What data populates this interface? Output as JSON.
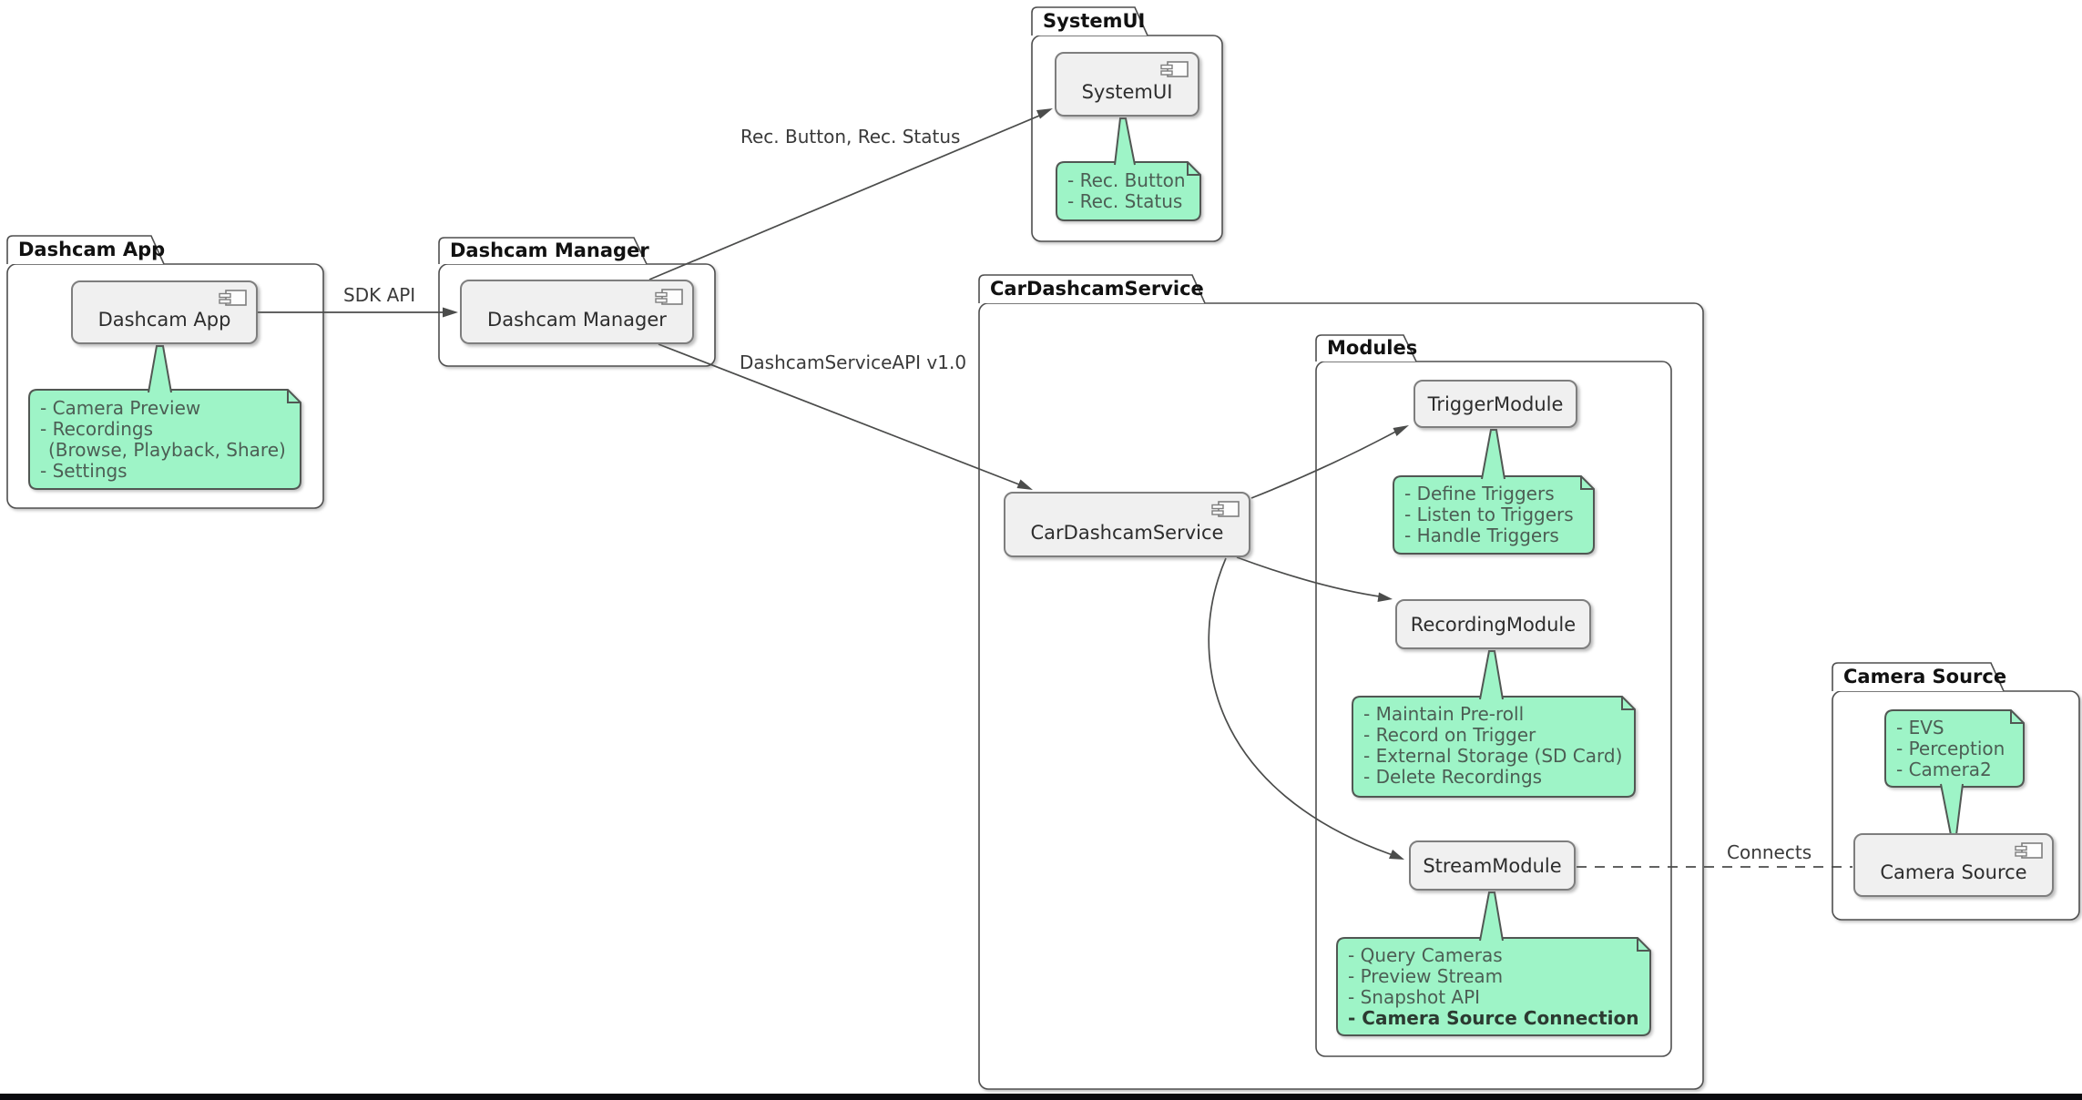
{
  "diagram": {
    "packages": {
      "dashcam_app": {
        "title": "Dashcam App"
      },
      "dashcam_manager": {
        "title": "Dashcam Manager"
      },
      "system_ui": {
        "title": "SystemUI"
      },
      "car_dashcam_service": {
        "title": "CarDashcamService"
      },
      "modules": {
        "title": "Modules"
      },
      "camera_source": {
        "title": "Camera Source"
      }
    },
    "components": {
      "dashcam_app": {
        "label": "Dashcam App"
      },
      "dashcam_manager": {
        "label": "Dashcam Manager"
      },
      "system_ui": {
        "label": "SystemUI"
      },
      "car_dashcam_service": {
        "label": "CarDashcamService"
      },
      "trigger_module": {
        "label": "TriggerModule"
      },
      "recording_module": {
        "label": "RecordingModule"
      },
      "stream_module": {
        "label": "StreamModule"
      },
      "camera_source": {
        "label": "Camera Source"
      }
    },
    "notes": {
      "dashcam_app": {
        "lines": [
          "- Camera Preview",
          "- Recordings",
          "(Browse, Playback, Share)",
          "- Settings"
        ]
      },
      "system_ui": {
        "lines": [
          "- Rec. Button",
          "- Rec. Status"
        ]
      },
      "trigger_module": {
        "lines": [
          "- Define Triggers",
          "- Listen to Triggers",
          "- Handle Triggers"
        ]
      },
      "recording_module": {
        "lines": [
          "- Maintain Pre-roll",
          "- Record on Trigger",
          "- External Storage (SD Card)",
          "- Delete Recordings"
        ]
      },
      "stream_module": {
        "lines": [
          "- Query Cameras",
          "- Preview Stream",
          "- Snapshot API"
        ],
        "bold_line": "- Camera Source Connection"
      },
      "camera_source": {
        "lines": [
          "- EVS",
          "- Perception",
          "- Camera2"
        ]
      }
    },
    "edges": {
      "sdk_api": {
        "label": "SDK API"
      },
      "rec_button_status": {
        "label": "Rec. Button, Rec. Status"
      },
      "service_api": {
        "label": "DashcamServiceAPI v1.0"
      },
      "connects": {
        "label": "Connects"
      }
    },
    "colors": {
      "note_fill": "#9EF4C7",
      "note_border": "#515753",
      "component_fill": "#F0F0F0",
      "component_border": "#7E7E7E",
      "package_border": "#4F4F4F",
      "line": "#4B4C4B"
    }
  }
}
